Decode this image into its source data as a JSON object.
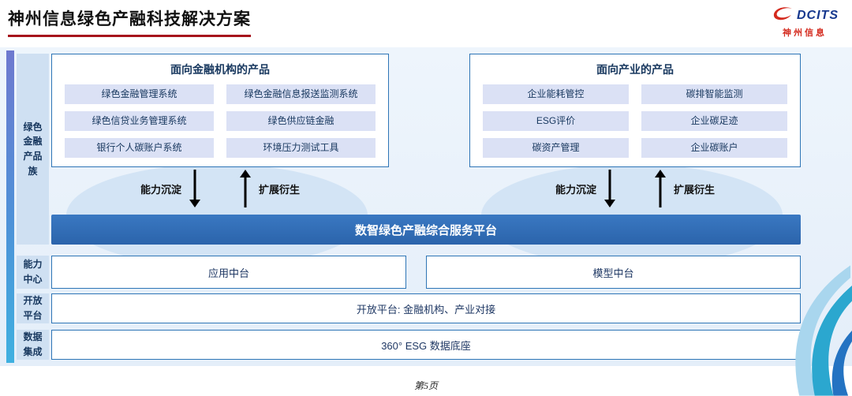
{
  "header": {
    "title": "神州信息绿色产融科技解决方案"
  },
  "logo": {
    "brand": "DCITS",
    "name": "神州信息"
  },
  "sidebar": {
    "items": [
      {
        "label": "绿色金融产品族"
      },
      {
        "label": "能力中心"
      },
      {
        "label": "开放平台"
      },
      {
        "label": "数据集成"
      }
    ]
  },
  "cards": {
    "finance": {
      "title": "面向金融机构的产品",
      "items": [
        "绿色金融管理系统",
        "绿色金融信息报送监测系统",
        "绿色信贷业务管理系统",
        "绿色供应链金融",
        "银行个人碳账户系统",
        "环境压力测试工具"
      ]
    },
    "industry": {
      "title": "面向产业的产品",
      "items": [
        "企业能耗管控",
        "碳排智能监测",
        "ESG评价",
        "企业碳足迹",
        "碳资产管理",
        "企业碳账户"
      ]
    }
  },
  "flows": {
    "down_label": "能力沉淀",
    "up_label": "扩展衍生"
  },
  "platform": {
    "title": "数智绿色产融综合服务平台"
  },
  "rows": {
    "capability": {
      "left": "应用中台",
      "right": "模型中台"
    },
    "open_platform": "开放平台: 金融机构、产业对接",
    "data_base": "360° ESG 数据底座"
  },
  "footer": {
    "page": "第5页"
  },
  "colors": {
    "accent_red": "#a6131c",
    "platform_blue": "#2e6cb4",
    "border_blue": "#2e75b6",
    "item_bg": "#dbe1f5",
    "label_bg": "#cfe0f2",
    "arc_bg": "#d3e4f5",
    "logo_red": "#d42a1e",
    "logo_blue": "#16388e",
    "swoosh_teal": "#2ba7cf",
    "swoosh_blue": "#2473c2"
  }
}
